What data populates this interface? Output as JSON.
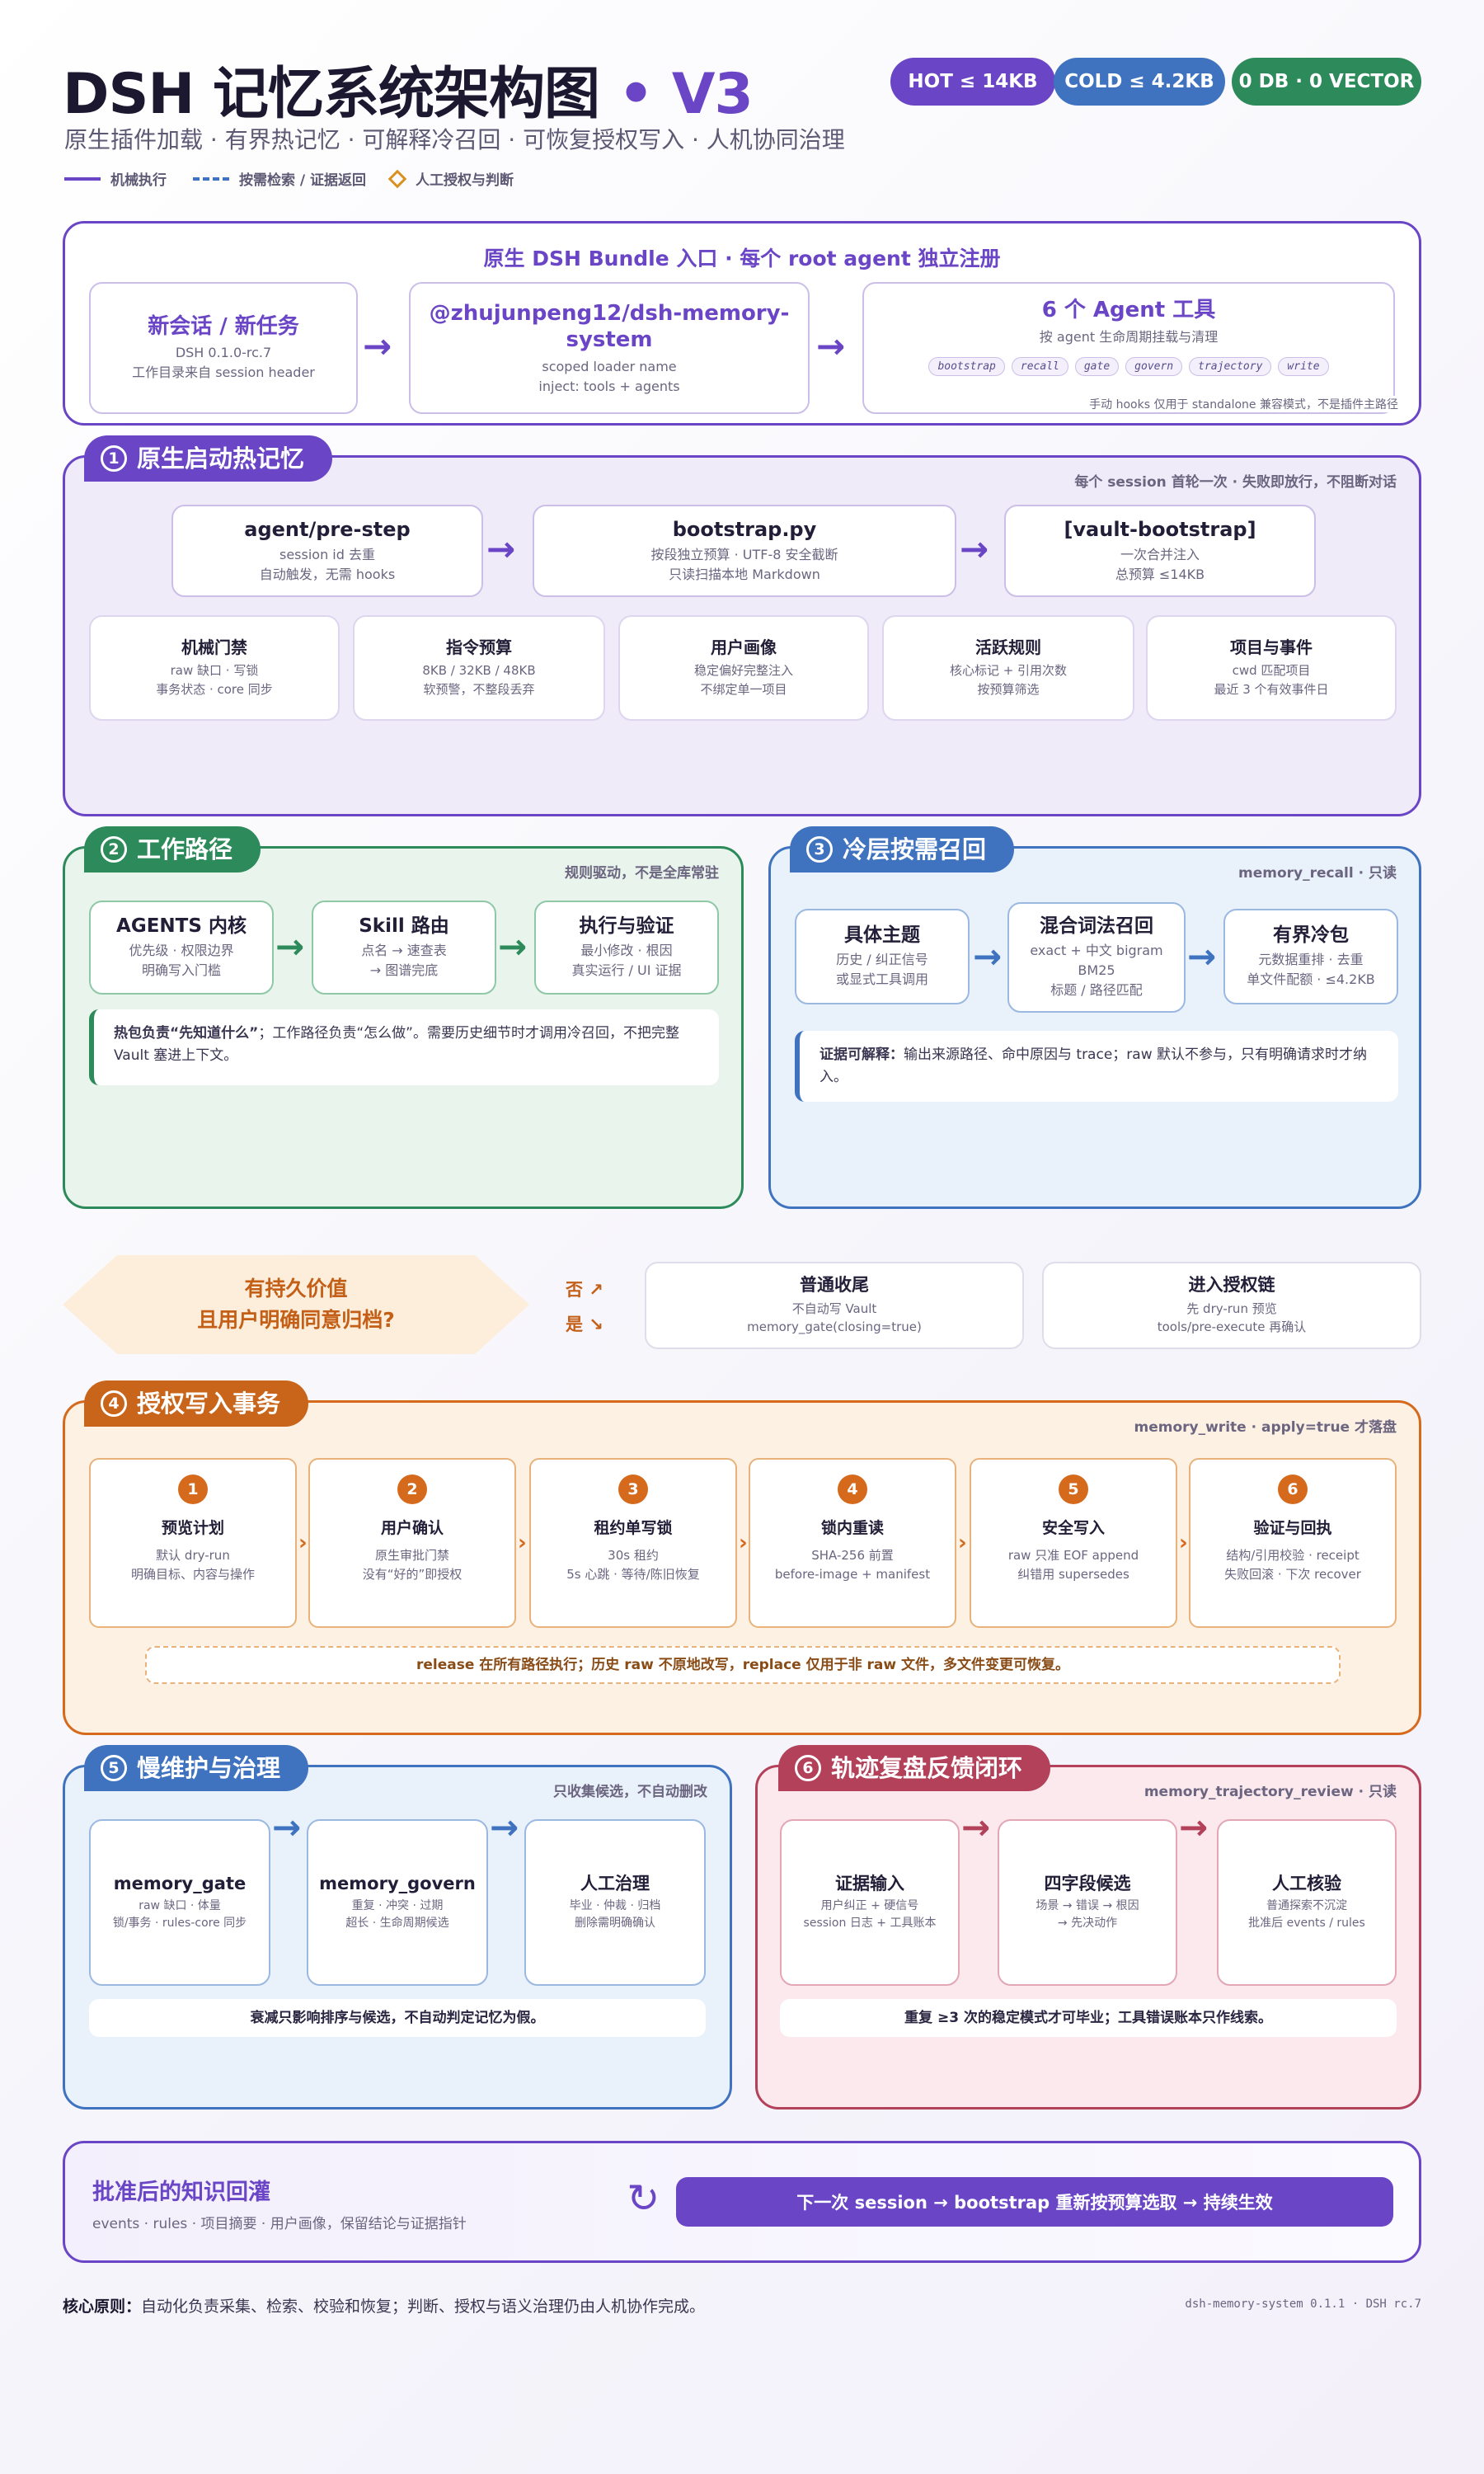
{
  "header": {
    "title_main": "DSH 记忆系统架构图",
    "title_dot": "•",
    "title_version": "V3",
    "subtitle": "原生插件加载 · 有界热记忆 · 可解释冷召回 · 可恢复授权写入 · 人机协同治理",
    "badges": [
      "HOT ≤ 14KB",
      "COLD ≤ 4.2KB",
      "0 DB · 0 VECTOR"
    ],
    "legend": [
      "机械执行",
      "按需检索 / 证据返回",
      "人工授权与判断"
    ]
  },
  "bundle": {
    "title": "原生 DSH Bundle 入口 · 每个 root agent 独立注册",
    "cards": [
      {
        "title": "新会话 / 新任务",
        "lines": [
          "DSH 0.1.0-rc.7",
          "工作目录来自 session header"
        ]
      },
      {
        "title": "@zhujunpeng12/dsh-memory-system",
        "lines": [
          "scoped loader name",
          "inject: tools + agents"
        ]
      },
      {
        "title": "6 个 Agent 工具",
        "lines": [
          "按 agent 生命周期挂载与清理"
        ]
      }
    ],
    "chips": [
      "bootstrap",
      "recall",
      "gate",
      "govern",
      "trajectory",
      "write"
    ],
    "footnote": "手动 hooks 仅用于 standalone 兼容模式，不是插件主路径"
  },
  "sec1": {
    "num": "1",
    "title": "原生启动热记忆",
    "note": "每个 session 首轮一次 · 失败即放行，不阻断对话",
    "cards": [
      {
        "title": "agent/pre-step",
        "lines": [
          "session id 去重",
          "自动触发，无需 hooks"
        ]
      },
      {
        "title": "bootstrap.py",
        "lines": [
          "按段独立预算 · UTF-8 安全截断",
          "只读扫描本地 Markdown"
        ]
      },
      {
        "title": "[vault-bootstrap]",
        "lines": [
          "一次合并注入",
          "总预算 ≤14KB"
        ]
      }
    ],
    "items": [
      {
        "title": "机械门禁",
        "lines": [
          "raw 缺口 · 写锁",
          "事务状态 · core 同步"
        ]
      },
      {
        "title": "指令预算",
        "lines": [
          "8KB / 32KB / 48KB",
          "软预警，不整段丢弃"
        ]
      },
      {
        "title": "用户画像",
        "lines": [
          "稳定偏好完整注入",
          "不绑定单一项目"
        ]
      },
      {
        "title": "活跃规则",
        "lines": [
          "核心标记 + 引用次数",
          "按预算筛选"
        ]
      },
      {
        "title": "项目与事件",
        "lines": [
          "cwd 匹配项目",
          "最近 3 个有效事件日"
        ]
      }
    ]
  },
  "sec2": {
    "num": "2",
    "title": "工作路径",
    "note": "规则驱动，不是全库常驻",
    "cards": [
      {
        "title": "AGENTS 内核",
        "lines": [
          "优先级 · 权限边界",
          "明确写入门槛"
        ]
      },
      {
        "title": "Skill 路由",
        "lines": [
          "点名 → 速查表",
          "→ 图谱完底"
        ]
      },
      {
        "title": "执行与验证",
        "lines": [
          "最小修改 · 根因",
          "真实运行 / UI 证据"
        ]
      }
    ],
    "callout_bold": "热包负责“先知道什么”",
    "callout_rest": "；工作路径负责“怎么做”。需要历史细节时才调用冷召回，不把完整 Vault 塞进上下文。"
  },
  "sec3": {
    "num": "3",
    "title": "冷层按需召回",
    "note": "memory_recall · 只读",
    "cards": [
      {
        "title": "具体主题",
        "lines": [
          "历史 / 纠正信号",
          "或显式工具调用"
        ]
      },
      {
        "title": "混合词法召回",
        "lines": [
          "exact + 中文 bigram",
          "BM25",
          "标题 / 路径匹配"
        ]
      },
      {
        "title": "有界冷包",
        "lines": [
          "元数据重排 · 去重",
          "单文件配额 · ≤4.2KB"
        ]
      }
    ],
    "callout_bold": "证据可解释：",
    "callout_rest": "输出来源路径、命中原因与 trace；raw 默认不参与，只有明确请求时才纳入。"
  },
  "decision": {
    "question_l1": "有持久价值",
    "question_l2": "且用户明确同意归档?",
    "no_label": "否 ↗",
    "yes_label": "是 ↘",
    "no_card": {
      "title": "普通收尾",
      "lines": [
        "不自动写 Vault",
        "memory_gate(closing=true)"
      ]
    },
    "yes_card": {
      "title": "进入授权链",
      "lines": [
        "先 dry-run 预览",
        "tools/pre-execute 再确认"
      ]
    }
  },
  "sec4": {
    "num": "4",
    "title": "授权写入事务",
    "note": "memory_write · apply=true 才落盘",
    "steps": [
      {
        "num": "1",
        "title": "预览计划",
        "lines": [
          "默认 dry-run",
          "明确目标、内容与操作"
        ]
      },
      {
        "num": "2",
        "title": "用户确认",
        "lines": [
          "原生审批门禁",
          "没有“好的”即授权"
        ]
      },
      {
        "num": "3",
        "title": "租约单写锁",
        "lines": [
          "30s 租约",
          "5s 心跳 · 等待/陈旧恢复"
        ]
      },
      {
        "num": "4",
        "title": "锁内重读",
        "lines": [
          "SHA-256 前置",
          "before-image + manifest"
        ]
      },
      {
        "num": "5",
        "title": "安全写入",
        "lines": [
          "raw 只准 EOF append",
          "纠错用 supersedes"
        ]
      },
      {
        "num": "6",
        "title": "验证与回执",
        "lines": [
          "结构/引用校验 · receipt",
          "失败回滚 · 下次 recover"
        ]
      }
    ],
    "bottom_note": "release 在所有路径执行；历史 raw 不原地改写，replace 仅用于非 raw 文件，多文件变更可恢复。"
  },
  "sec5": {
    "num": "5",
    "title": "慢维护与治理",
    "note": "只收集候选，不自动删改",
    "cards": [
      {
        "title": "memory_gate",
        "lines": [
          "raw 缺口 · 体量",
          "锁/事务 · rules-core 同步"
        ]
      },
      {
        "title": "memory_govern",
        "lines": [
          "重复 · 冲突 · 过期",
          "超长 · 生命周期候选"
        ]
      },
      {
        "title": "人工治理",
        "lines": [
          "毕业 · 仲裁 · 归档",
          "删除需明确确认"
        ]
      }
    ],
    "bottom_note": "衰减只影响排序与候选，不自动判定记忆为假。"
  },
  "sec6": {
    "num": "6",
    "title": "轨迹复盘反馈闭环",
    "note": "memory_trajectory_review · 只读",
    "cards": [
      {
        "title": "证据输入",
        "lines": [
          "用户纠正 + 硬信号",
          "session 日志 + 工具账本"
        ]
      },
      {
        "title": "四字段候选",
        "lines": [
          "场景 → 错误 → 根因",
          "→ 先决动作"
        ]
      },
      {
        "title": "人工核验",
        "lines": [
          "普通探索不沉淀",
          "批准后 events / rules"
        ]
      }
    ],
    "bottom_note": "重复 ≥3 次的稳定模式才可毕业；工具错误账本只作线索。"
  },
  "loop": {
    "title": "批准后的知识回灌",
    "subtitle": "events · rules · 项目摘要 · 用户画像，保留结论与证据指针",
    "icon": "↻",
    "pill": "下一次 session → bootstrap 重新按预算选取 → 持续生效"
  },
  "footer": {
    "principle_label": "核心原则：",
    "principle_text": "自动化负责采集、检索、校验和恢复；判断、授权与语义治理仍由人机协作完成。",
    "version": "dsh-memory-system 0.1.1 · DSH rc.7"
  },
  "colors": {
    "purple": "#6a45c6",
    "green": "#2d8a5a",
    "blue": "#3f73c0",
    "orange": "#d56a1c",
    "red": "#b3415a",
    "ink": "#1c1830"
  }
}
